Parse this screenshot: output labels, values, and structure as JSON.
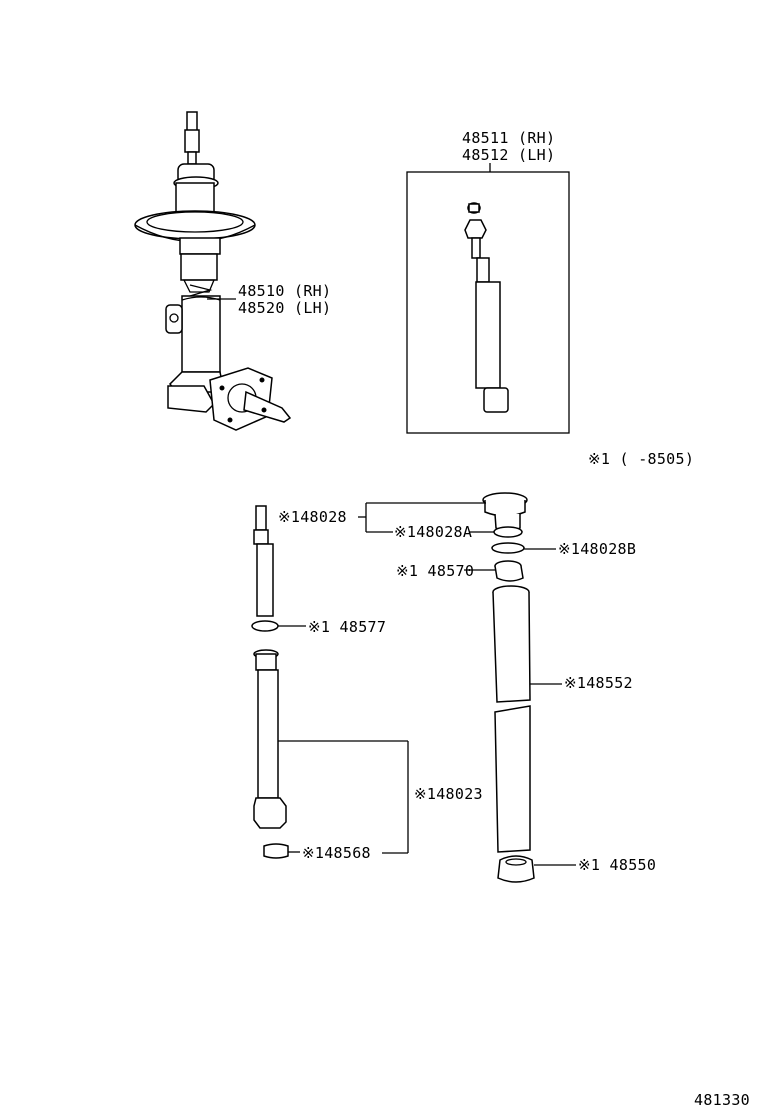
{
  "labels": {
    "strut_rh": "48510 (RH)",
    "strut_lh": "48520 (LH)",
    "insert_rh": "48511 (RH)",
    "insert_lh": "48512 (LH)",
    "note": "※1 (     -8505)",
    "p148028": "※148028",
    "p148028A": "※148028A",
    "p148028B": "※148028B",
    "p148570": "※1 48570",
    "p148577": "※1 48577",
    "p148552": "※148552",
    "p148023": "※148023",
    "p148568": "※148568",
    "p148550": "※1 48550",
    "figure_no": "481330"
  }
}
